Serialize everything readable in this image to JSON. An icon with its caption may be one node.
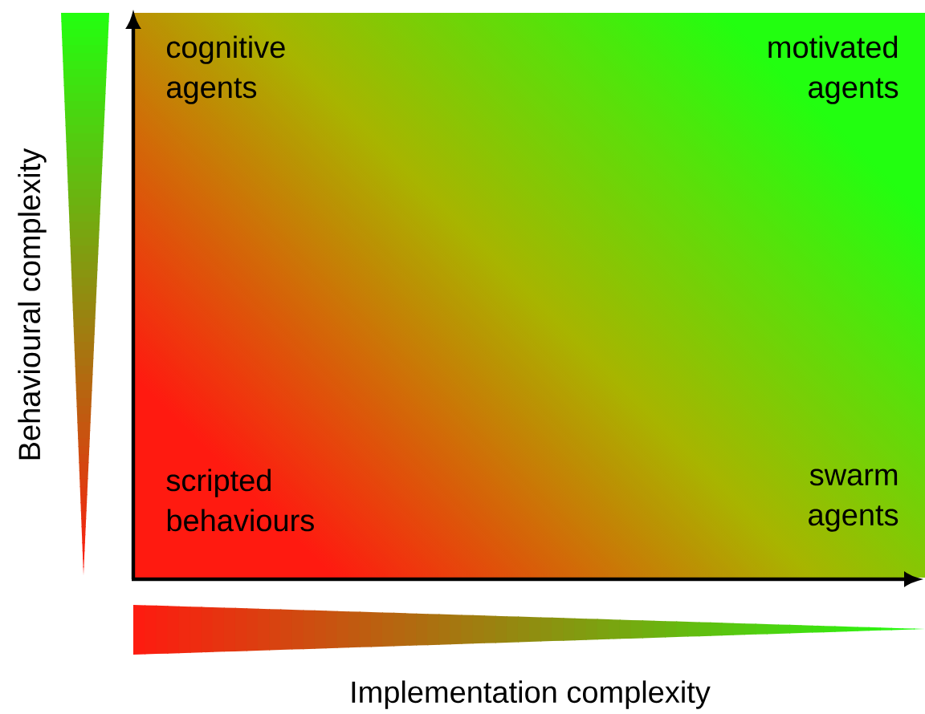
{
  "diagram": {
    "labels": [
      "cognitive agents",
      "motivated agents",
      "Behavioural complexity",
      "scripted behaviours",
      "swarm agents",
      "Implementation complexity"
    ]
  }
}
